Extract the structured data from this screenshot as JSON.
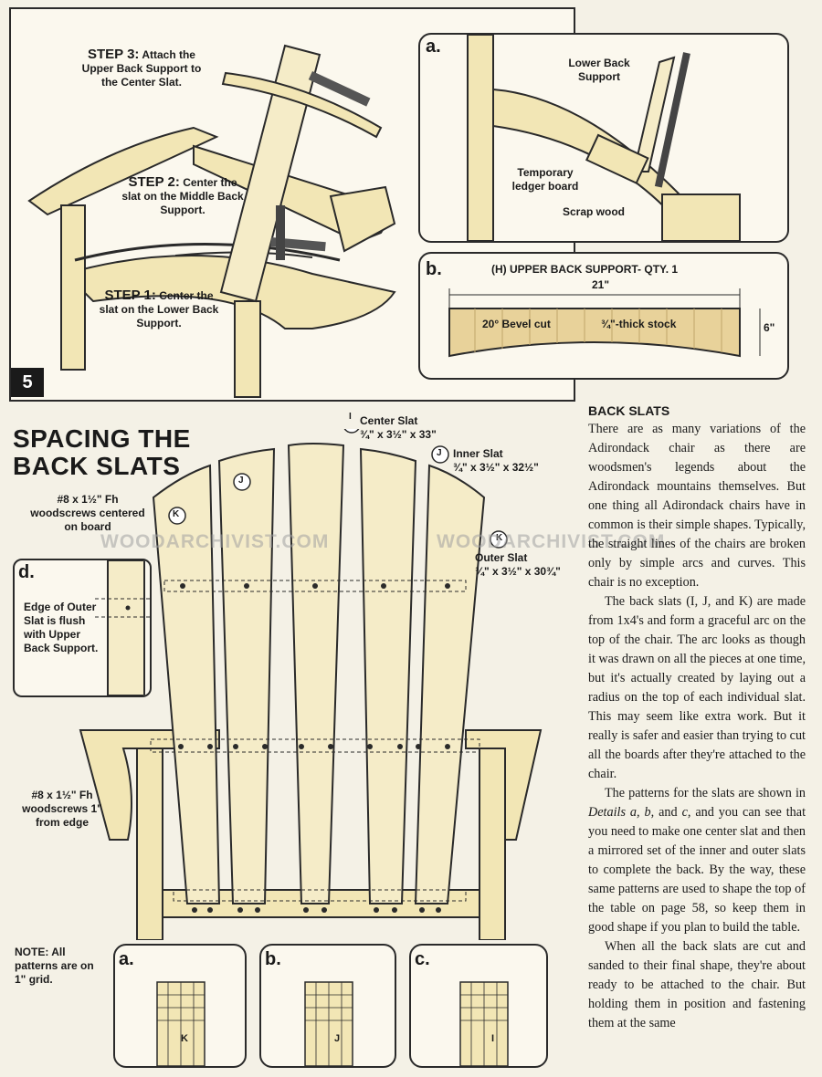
{
  "figure5": {
    "step3": {
      "lead": "STEP 3:",
      "text": "Attach the Upper Back Support to the Center Slat."
    },
    "step2": {
      "lead": "STEP 2:",
      "text": "Center the slat on the Middle Back Support."
    },
    "step1": {
      "lead": "STEP 1:",
      "text": "Center the slat on the Lower Back Support."
    },
    "number": "5"
  },
  "detail_a_top": {
    "letter": "a.",
    "lower_back_support": "Lower Back Support",
    "temporary_ledger": "Temporary ledger board",
    "scrap_wood": "Scrap wood"
  },
  "detail_b_top": {
    "letter": "b.",
    "part_letter": "H",
    "title": "UPPER BACK SUPPORT- QTY. 1",
    "length": "21\"",
    "bevel": "20° Bevel cut",
    "stock": "¾\"-thick stock",
    "height": "6\""
  },
  "spacing": {
    "title_line1": "SPACING THE",
    "title_line2": "BACK SLATS",
    "center_slat": {
      "letter": "I",
      "name": "Center Slat",
      "dims": "¾\" x 3½\" x 33\""
    },
    "inner_slat": {
      "letter": "J",
      "name": "Inner Slat",
      "dims": "¾\" x 3½\" x 32½\""
    },
    "outer_slat": {
      "letter": "K",
      "name": "Outer Slat",
      "dims": "¾\" x 3½\" x 30¾\""
    },
    "screws_top": "#8 x 1½\" Fh woodscrews centered on board",
    "screws_edge": "#8 x 1½\" Fh woodscrews 1\" from edge",
    "detail_d_letter": "d.",
    "detail_d_text": "Edge of Outer Slat is flush with Upper Back Support.",
    "watermark": "WOODARCHIVIST.COM",
    "note": "NOTE: All patterns are on 1\" grid.",
    "pattern_a": {
      "letter": "a.",
      "part": "K"
    },
    "pattern_b": {
      "letter": "b.",
      "part": "J"
    },
    "pattern_c": {
      "letter": "c.",
      "part": "I"
    }
  },
  "article": {
    "heading": "BACK SLATS",
    "p1": "There are as many variations of the Adirondack chair as there are woodsmen's legends about the Adirondack mountains themselves. But one thing all Adirondack chairs have in common is their simple shapes. Typically, the straight lines of the chairs are broken only by simple arcs and curves. This chair is no exception.",
    "p2": "The back slats (I, J, and K) are made from 1x4's and form a graceful arc on the top of the chair. The arc looks as though it was drawn on all the pieces at one time, but it's actually created by laying out a radius on the top of each individual slat. This may seem like extra work. But it really is safer and easier than trying to cut all the boards after they're attached to the chair.",
    "p3a": "The patterns for the slats are shown in ",
    "p3_details": "Details a, b,",
    "p3_and": " and ",
    "p3_c": "c,",
    "p3b": " and you can see that you need to make one center slat and then a mirrored set of the inner and outer slats to complete the back. By the way, these same patterns are used to shape the top of the table on page 58, so keep them in good shape if you plan to build the table.",
    "p4": "When all the back slats are cut and sanded to their final shape, they're about ready to be attached to the chair. But holding them in position and fastening them at the same"
  }
}
